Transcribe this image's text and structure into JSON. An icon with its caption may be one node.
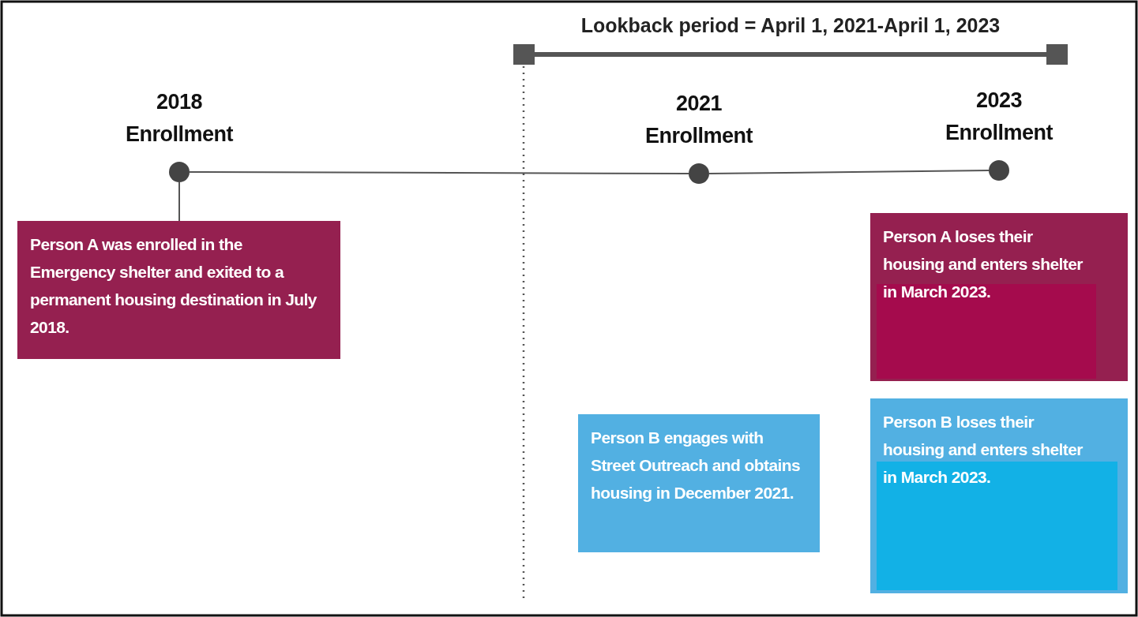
{
  "diagram": {
    "nodes": [
      {
        "text": [],
        "shape": "box"
      },
      {
        "text": [],
        "shape": "box"
      },
      {
        "text": [
          "2018 Enrollment"
        ]
      },
      {
        "text": [
          "2021 Enrollment"
        ]
      },
      {
        "text": [
          "2023 Enrollment"
        ]
      },
      {
        "text": [
          "Person A was enrolled in the Emergency shelter and exited to a permanent housing destination in July 2018."
        ]
      },
      {
        "text": [
          "Person A loses their housing and enters shelter in March 2023."
        ]
      },
      {
        "text": [
          "Person B engages with Street Outreach  and obtains housing in December 2021."
        ]
      },
      {
        "text": [
          "Person B loses their housing and enters shelter in March 2023."
        ]
      }
    ],
    "edges": [
      {
        "from": 0,
        "to": 1,
        "arrow": "none",
        "label": "Lookback period = April 1, 2021-April 1, 2023",
        "style": "thick"
      },
      {
        "from": 2,
        "to": 3,
        "arrow": "none"
      },
      {
        "from": 3,
        "to": 4,
        "arrow": "none"
      },
      {
        "from": 2,
        "to": 5,
        "arrow": "none"
      }
    ]
  }
}
